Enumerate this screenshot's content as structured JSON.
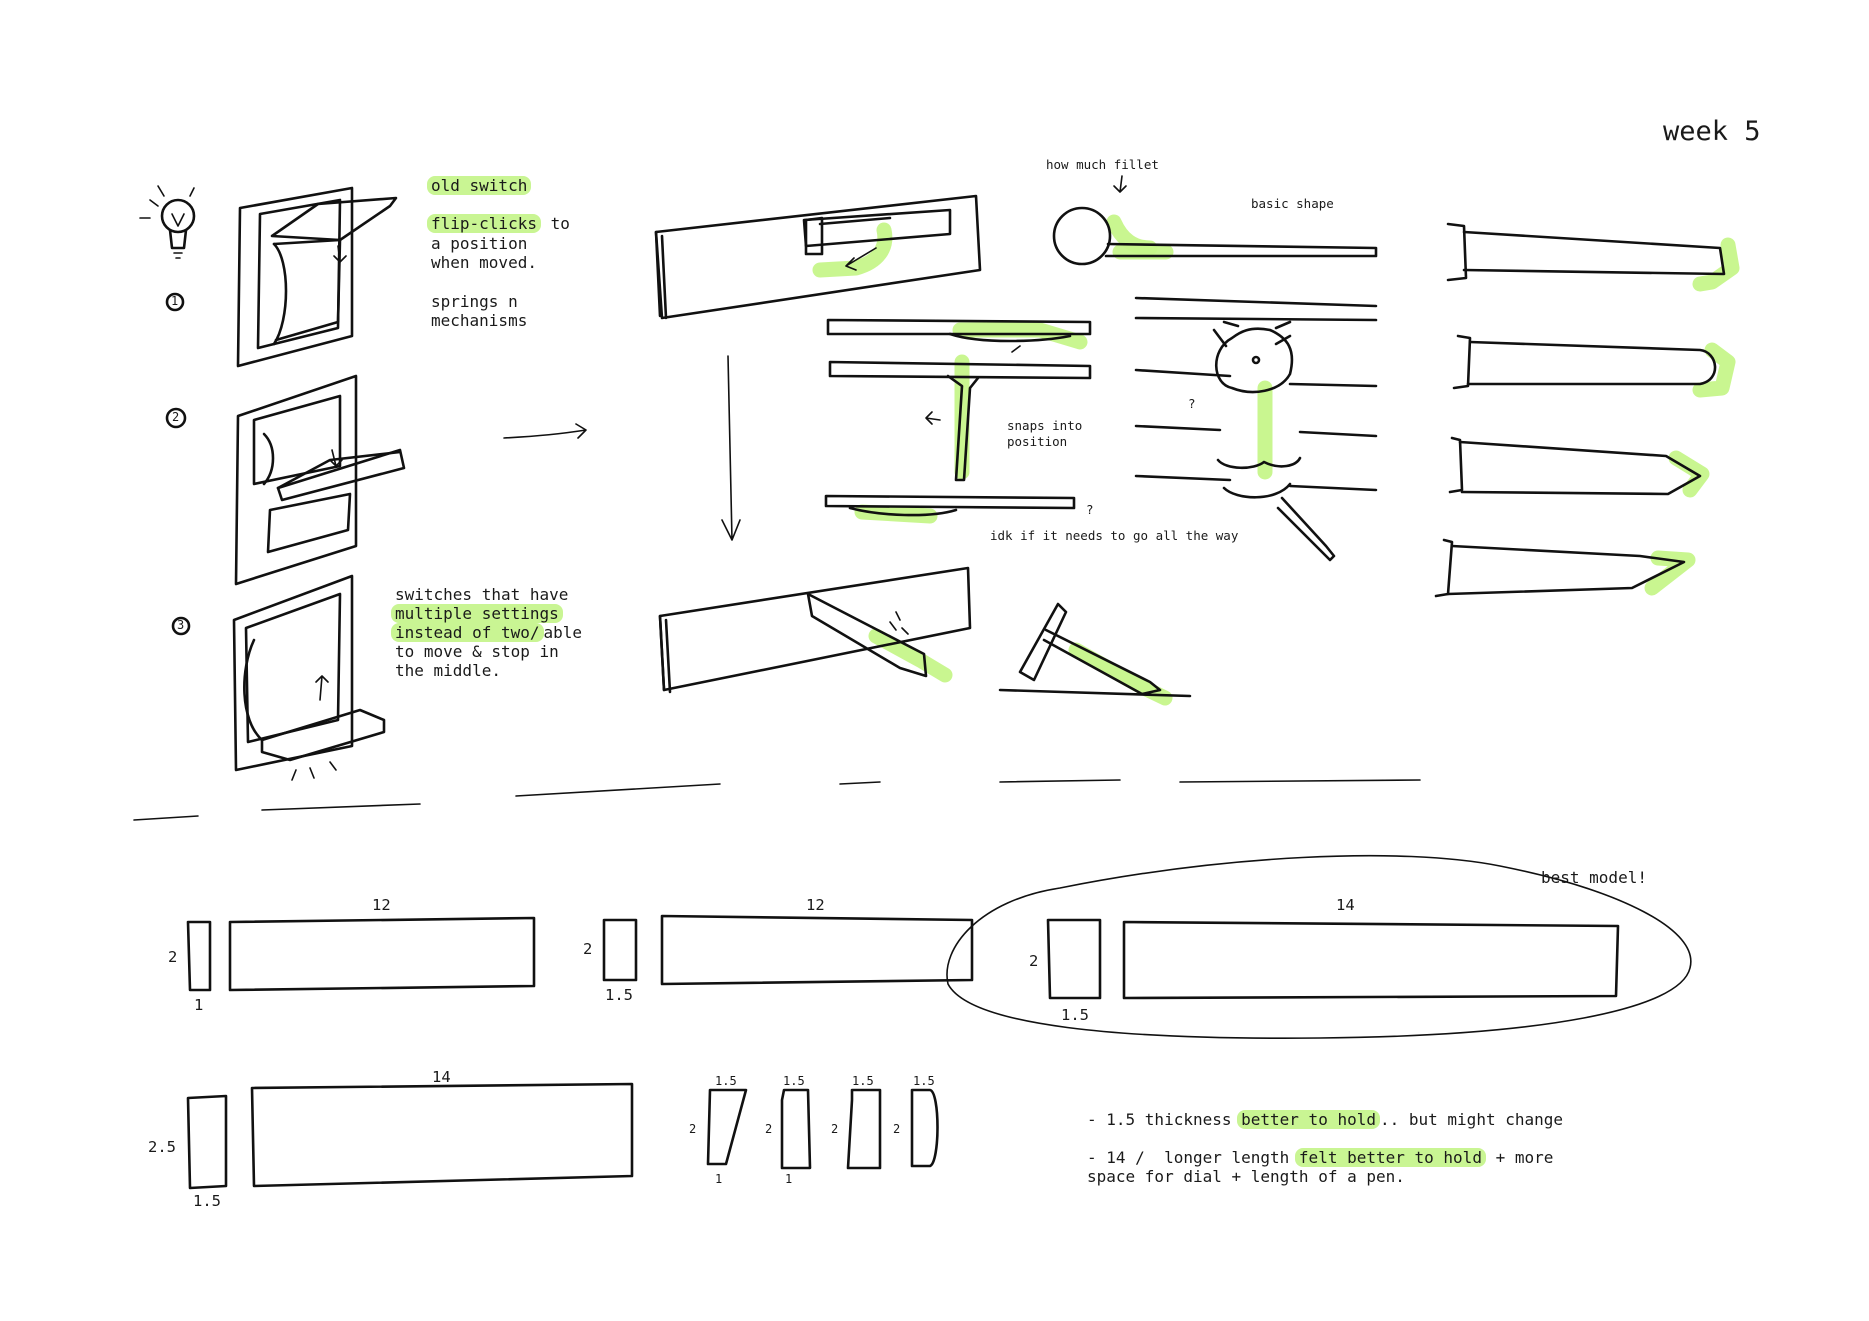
{
  "title": "week 5",
  "accent_color": "#c9f593",
  "ink_color": "#111111",
  "notes": {
    "old_switch": "old switch",
    "flip_clicks": "flip-clicks",
    "flip_clicks_rest1": "to",
    "flip_clicks_rest2": "a position",
    "flip_clicks_rest3": "when moved.",
    "springs_1": "springs n",
    "springs_2": "mechanisms",
    "switches_1": "switches that have",
    "switches_2": "multiple settings",
    "switches_3": "instead of two/",
    "switches_3b": "able",
    "switches_4": "to move & stop in",
    "switches_5": "the middle.",
    "how_much_fillet": "how much fillet",
    "basic_shape": "basic shape",
    "snaps_1": "snaps into",
    "snaps_2": "position",
    "idk": "idk if it needs to go all the way",
    "q1": "?",
    "q2": "?",
    "best_model": "best model!"
  },
  "markers": [
    "1",
    "2",
    "3"
  ],
  "dimensions": {
    "m1": {
      "length": "12",
      "height": "2",
      "thickness": "1"
    },
    "m2": {
      "length": "12",
      "height": "2",
      "thickness": "1.5"
    },
    "m3": {
      "length": "14",
      "height": "2",
      "thickness": "1.5"
    },
    "m4": {
      "length": "14",
      "height": "2.5",
      "thickness": "1.5"
    }
  },
  "profiles": [
    {
      "top": "1.5",
      "side": "2",
      "bottom": "1"
    },
    {
      "top": "1.5",
      "side": "2",
      "bottom": "1"
    },
    {
      "top": "1.5",
      "side": "2",
      "bottom": ""
    },
    {
      "top": "1.5",
      "side": "2",
      "bottom": ""
    }
  ],
  "conclusions": {
    "line1_a": "- 1.5 thickness ",
    "line1_hl": "better to hold",
    "line1_b": ".. but might change",
    "line2_a": "- 14 /  longer length ",
    "line2_hl": "felt better to hold",
    "line2_b": " + more",
    "line3": "space for dial + length of a pen."
  }
}
